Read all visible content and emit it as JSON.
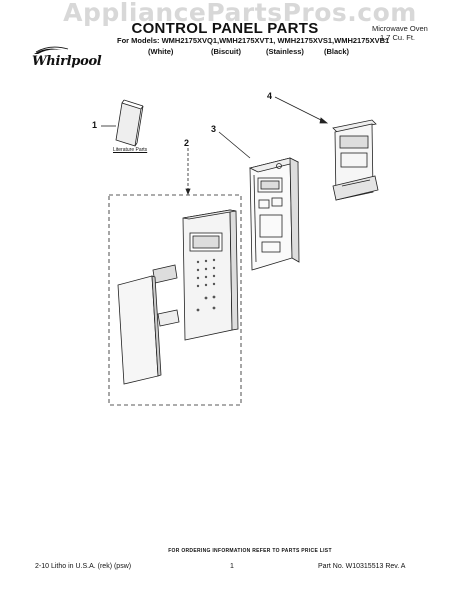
{
  "watermark": "AppliancePartsPros.com",
  "header": {
    "title": "CONTROL PANEL PARTS",
    "appliance_type": "Microwave Oven",
    "capacity": "1.7 Cu. Ft.",
    "models": "For Models: WMH2175XVQ1,WMH2175XVT1, WMH2175XVS1,WMH2175XVB1",
    "colors": [
      "(White)",
      "(Biscuit)",
      "(Stainless)",
      "(Black)"
    ],
    "brand": "Whirlpool"
  },
  "callouts": [
    "1",
    "2",
    "3",
    "4"
  ],
  "literature_label": "Literature Parts",
  "footer": {
    "ordering_note": "FOR ORDERING INFORMATION REFER TO PARTS PRICE LIST",
    "litho": "2-10 Litho in U.S.A. (rek) (psw)",
    "page": "1",
    "part_no": "Part No. W10315513 Rev. A"
  }
}
